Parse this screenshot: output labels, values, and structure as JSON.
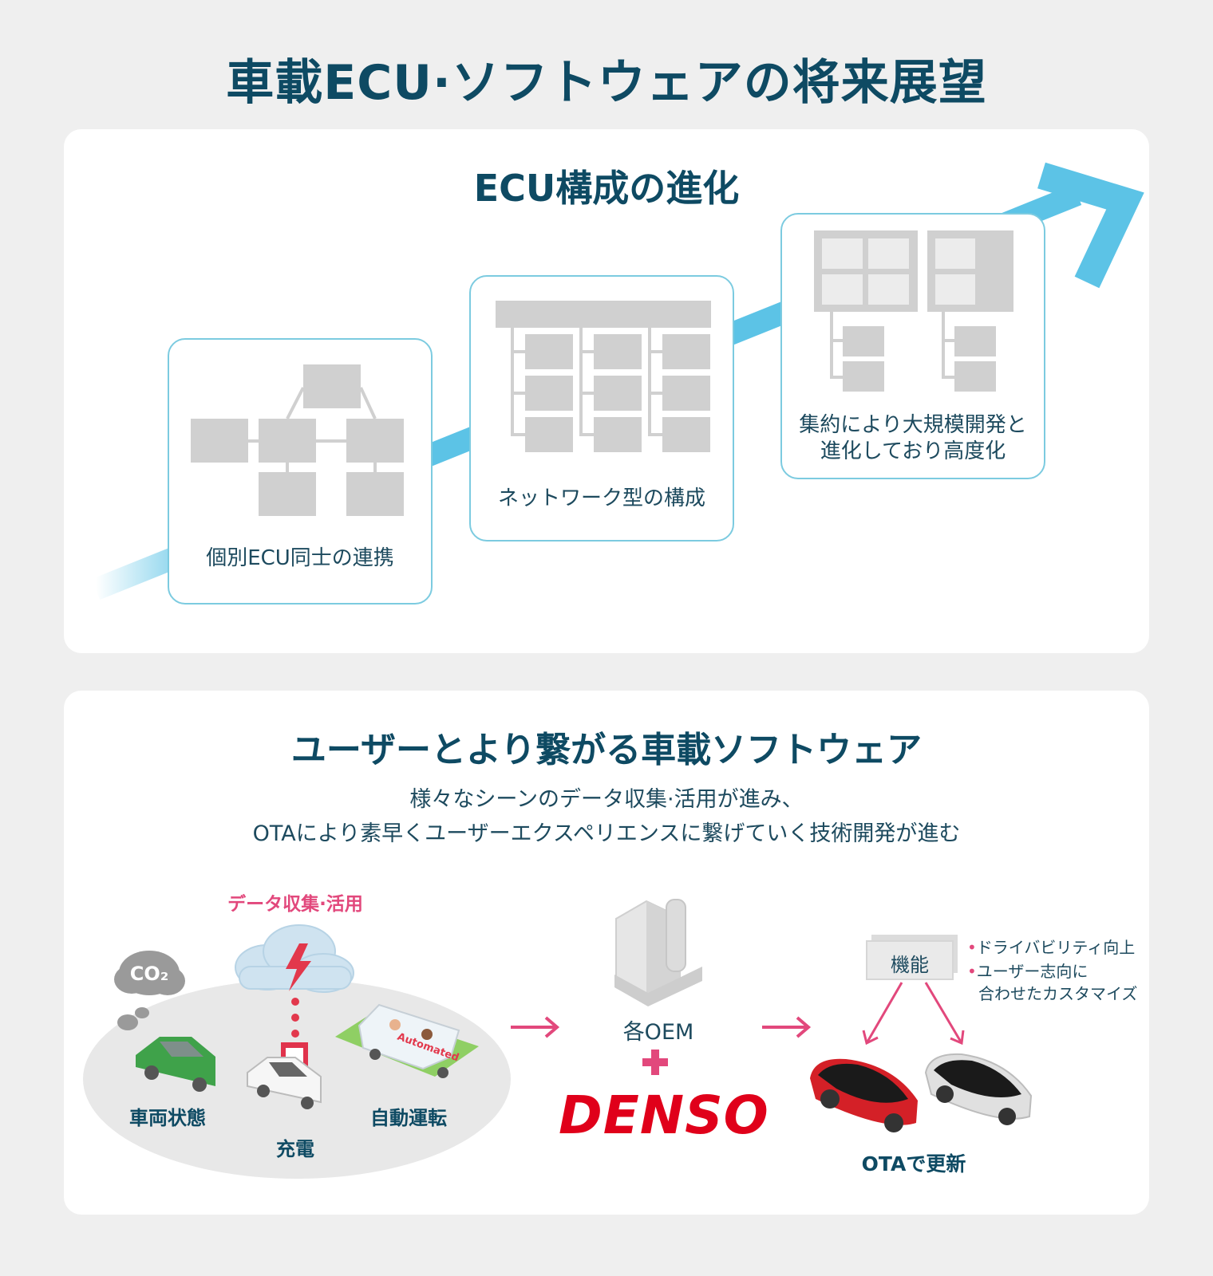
{
  "title": "車載ECU·ソフトウェアの将来展望",
  "evolution": {
    "heading": "ECU構成の進化",
    "stages": [
      {
        "label": "個別ECU同士の連携"
      },
      {
        "label": "ネットワーク型の構成"
      },
      {
        "label_line1": "集約により大規模開発と",
        "label_line2": "進化しており高度化"
      }
    ]
  },
  "connected": {
    "heading": "ユーザーとより繋がる車載ソフトウェア",
    "description_line1": "様々なシーンのデータ収集·活用が進み、",
    "description_line2": "OTAにより素早くユーザーエクスペリエンスに繋げていく技術開発が進む",
    "data_collection_label": "データ収集·活用",
    "co2_label": "CO₂",
    "scenes": {
      "vehicle_state": "車両状態",
      "charging": "充電",
      "autonomous": "自動運転"
    },
    "vehicle_text": "Automated",
    "oem_label": "各OEM",
    "plus": "+",
    "brand": "DENSO",
    "feature_box_label": "機能",
    "feature_bullets": [
      "ドライバビリティ向上",
      "ユーザー志向に",
      "合わせたカスタマイズ"
    ],
    "ota_label": "OTAで更新"
  },
  "colors": {
    "navy": "#0e4a63",
    "sky_blue": "#5cc3e6",
    "pink": "#e2487c",
    "denso_red": "#e0001a",
    "gray_block": "#d0d0d0"
  }
}
